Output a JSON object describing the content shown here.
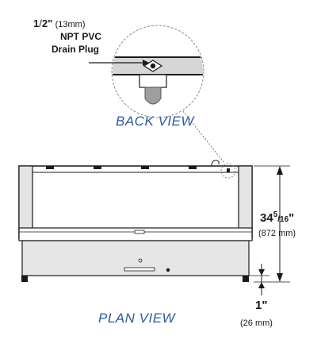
{
  "callout": {
    "size_whole": "1",
    "size_denominator": "2",
    "size_inch_mark": "\"",
    "size_metric": "(13mm)",
    "line2": "NPT PVC",
    "line3": "Drain Plug"
  },
  "views": {
    "back_view": "BACK VIEW",
    "plan_view": "PLAN VIEW"
  },
  "dimensions": {
    "height_whole": "34",
    "height_numerator": "5",
    "height_denominator": "16",
    "height_inch_mark": "\"",
    "height_metric": "(872 mm)",
    "offset_imperial": "1\"",
    "offset_metric": "(26 mm)"
  },
  "colors": {
    "line": "#1a1a1a",
    "view_title": "#2f5aa0",
    "detail_circle": "#666666",
    "plug": "#999999"
  }
}
